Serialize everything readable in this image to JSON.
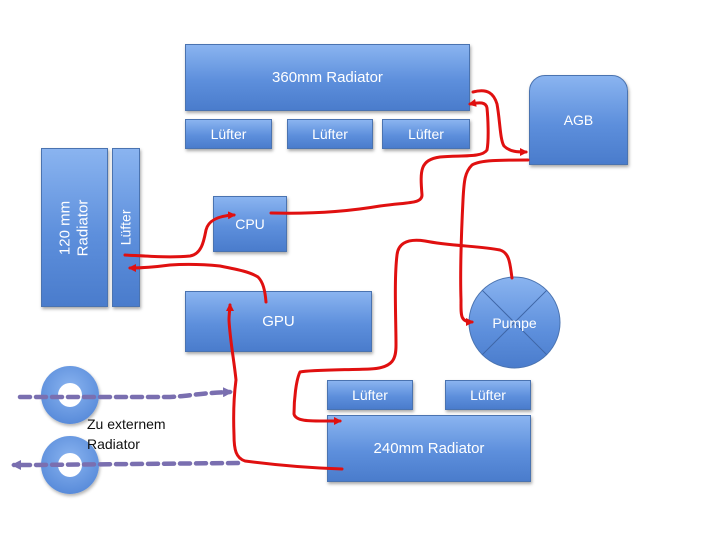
{
  "diagram": {
    "title": "",
    "components": {
      "radiator_360": {
        "label": "360mm Radiator"
      },
      "fans_360": [
        {
          "label": "Lüfter"
        },
        {
          "label": "Lüfter"
        },
        {
          "label": "Lüfter"
        }
      ],
      "reservoir": {
        "label": "AGB"
      },
      "radiator_120": {
        "label": "120 mm Radiator",
        "line1": "120 mm",
        "line2": "Radiator"
      },
      "fan_120": {
        "label": "Lüfter"
      },
      "cpu": {
        "label": "CPU"
      },
      "gpu": {
        "label": "GPU"
      },
      "pump": {
        "label": "Pumpe"
      },
      "fans_240": [
        {
          "label": "Lüfter"
        },
        {
          "label": "Lüfter"
        }
      ],
      "radiator_240": {
        "label": "240mm Radiator"
      },
      "external": {
        "label": "Zu externem Radiator",
        "line1": "Zu externem",
        "line2": "Radiator"
      }
    },
    "flows": [
      {
        "from": "radiator_360",
        "to": "reservoir",
        "style": "solid",
        "color": "#e01010"
      },
      {
        "from": "reservoir",
        "to": "pump",
        "style": "solid",
        "color": "#e01010"
      },
      {
        "from": "pump",
        "to": "radiator_240",
        "style": "solid",
        "color": "#e01010"
      },
      {
        "from": "radiator_240",
        "to": "gpu",
        "style": "solid",
        "color": "#e01010"
      },
      {
        "from": "gpu",
        "to": "radiator_120",
        "style": "solid",
        "color": "#e01010"
      },
      {
        "from": "radiator_120",
        "to": "cpu",
        "style": "solid",
        "color": "#e01010"
      },
      {
        "from": "cpu",
        "to": "radiator_360",
        "style": "solid",
        "color": "#e01010"
      },
      {
        "from": "external_in",
        "to": "loop",
        "style": "dashed",
        "color": "#7a6fb0"
      },
      {
        "from": "loop",
        "to": "external_out",
        "style": "dashed",
        "color": "#7a6fb0"
      }
    ],
    "colors": {
      "box": "#5d8fdc",
      "box_border": "#4a73b0",
      "tube": "#e01010",
      "external_tube": "#7a6fb0",
      "text_on_box": "#ffffff",
      "label_text": "#111111"
    }
  }
}
